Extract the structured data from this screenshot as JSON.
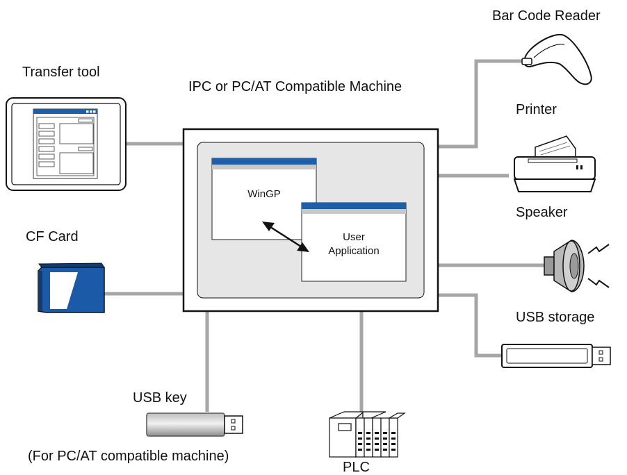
{
  "labels": {
    "bar_code_reader": "Bar Code Reader",
    "transfer_tool": "Transfer tool",
    "main_machine": "IPC or PC/AT Compatible Machine",
    "printer": "Printer",
    "speaker": "Speaker",
    "cf_card": "CF Card",
    "usb_storage": "USB storage",
    "usb_key": "USB key",
    "usb_key_note": "(For PC/AT compatible machine)",
    "plc": "PLC"
  },
  "windows": {
    "wingp": "WinGP",
    "user_app_line1": "User",
    "user_app_line2": "Application"
  },
  "colors": {
    "connector": "#a6a6a6",
    "title_bar": "#1f5fa8",
    "screen_bg": "#e6e6e6",
    "cf_blue": "#1b5aa6"
  }
}
